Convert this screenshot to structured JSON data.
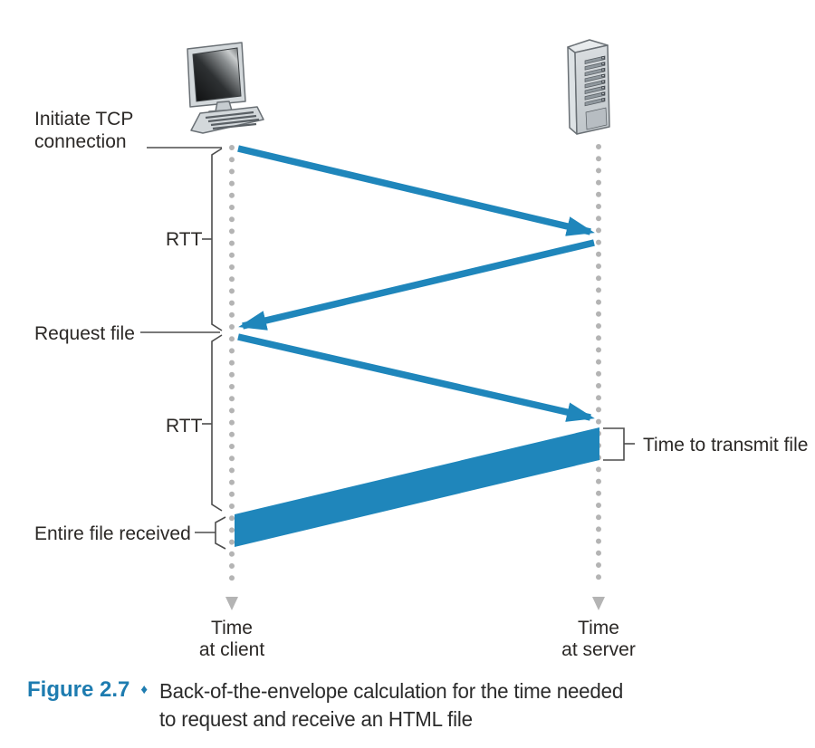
{
  "figure": {
    "labels": {
      "initiate_tcp": "Initiate TCP connection",
      "rtt_top": "RTT",
      "request_file": "Request file",
      "rtt_bottom": "RTT",
      "entire_file_received": "Entire file received",
      "time_to_transmit": "Time to transmit file",
      "client_axis": {
        "line1": "Time",
        "line2": "at client"
      },
      "server_axis": {
        "line1": "Time",
        "line2": "at server"
      }
    },
    "icons": {
      "client": "desktop-computer-icon",
      "server": "tower-server-icon"
    },
    "colors": {
      "arrow_blue": "#1f86bb",
      "timeline_gray": "#b4b4b4",
      "line_gray": "#4d4d4d",
      "text": "#2b2826",
      "caption_blue": "#1e7cb0"
    }
  },
  "caption": {
    "figure_label": "Figure 2.7",
    "bullet": "♦",
    "line1": "Back-of-the-envelope calculation for the time needed",
    "line2": "to request and receive an HTML file"
  }
}
